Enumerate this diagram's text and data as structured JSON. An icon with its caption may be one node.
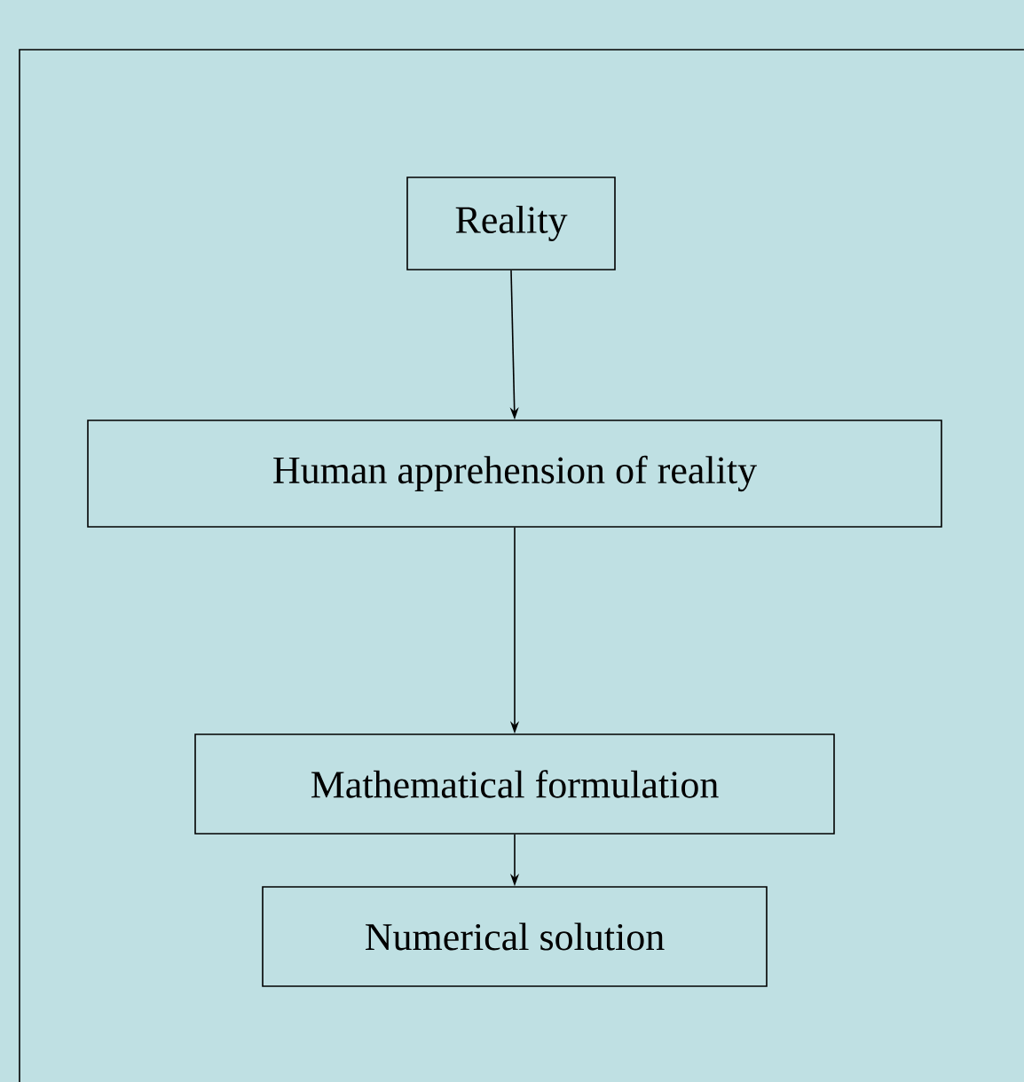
{
  "diagram": {
    "nodes": [
      {
        "text": [
          "Reality"
        ]
      },
      {
        "text": [
          "Human apprehension of reality"
        ]
      },
      {
        "text": [
          "Mathematical formulation"
        ]
      },
      {
        "text": [
          "Numerical solution"
        ]
      }
    ],
    "edges": [
      {
        "from": 0,
        "to": 1,
        "arrow": "to"
      },
      {
        "from": 1,
        "to": 2,
        "arrow": "to"
      },
      {
        "from": 2,
        "to": 3,
        "arrow": "to"
      }
    ]
  }
}
